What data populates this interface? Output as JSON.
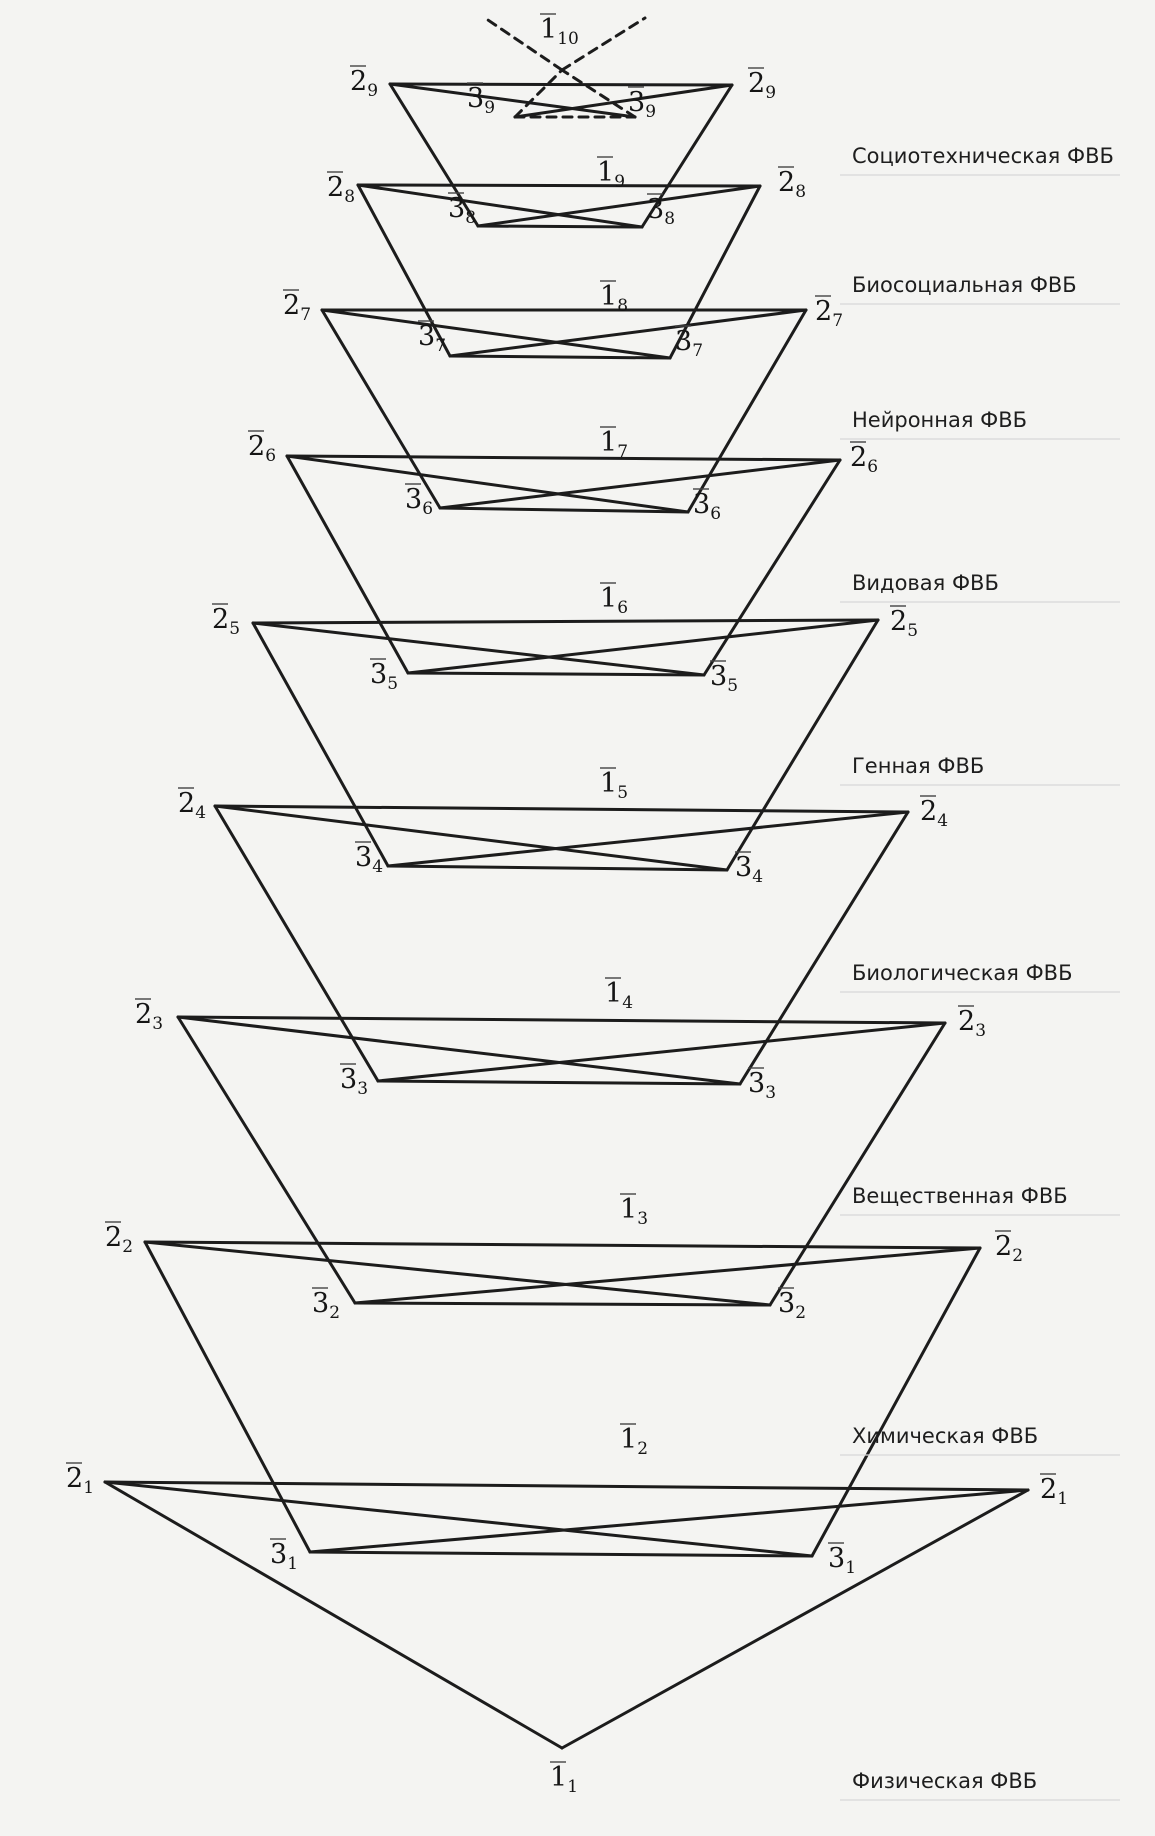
{
  "colors": {
    "background": "#f4f4f2",
    "line": "#1c1c1c"
  },
  "nodes": [
    {
      "id": "1_1",
      "num": "1",
      "sub": "1"
    },
    {
      "id": "2_1L",
      "num": "2",
      "sub": "1"
    },
    {
      "id": "2_1R",
      "num": "2",
      "sub": "1"
    },
    {
      "id": "3_1L",
      "num": "3",
      "sub": "1"
    },
    {
      "id": "3_1R",
      "num": "3",
      "sub": "1"
    },
    {
      "id": "1_2",
      "num": "1",
      "sub": "2"
    },
    {
      "id": "2_2L",
      "num": "2",
      "sub": "2"
    },
    {
      "id": "2_2R",
      "num": "2",
      "sub": "2"
    },
    {
      "id": "3_2L",
      "num": "3",
      "sub": "2"
    },
    {
      "id": "3_2R",
      "num": "3",
      "sub": "2"
    },
    {
      "id": "1_3",
      "num": "1",
      "sub": "3"
    },
    {
      "id": "2_3L",
      "num": "2",
      "sub": "3"
    },
    {
      "id": "2_3R",
      "num": "2",
      "sub": "3"
    },
    {
      "id": "3_3L",
      "num": "3",
      "sub": "3"
    },
    {
      "id": "3_3R",
      "num": "3",
      "sub": "3"
    },
    {
      "id": "1_4",
      "num": "1",
      "sub": "4"
    },
    {
      "id": "2_4L",
      "num": "2",
      "sub": "4"
    },
    {
      "id": "2_4R",
      "num": "2",
      "sub": "4"
    },
    {
      "id": "3_4L",
      "num": "3",
      "sub": "4"
    },
    {
      "id": "3_4R",
      "num": "3",
      "sub": "4"
    },
    {
      "id": "1_5",
      "num": "1",
      "sub": "5"
    },
    {
      "id": "2_5L",
      "num": "2",
      "sub": "5"
    },
    {
      "id": "2_5R",
      "num": "2",
      "sub": "5"
    },
    {
      "id": "3_5L",
      "num": "3",
      "sub": "5"
    },
    {
      "id": "3_5R",
      "num": "3",
      "sub": "5"
    },
    {
      "id": "1_6",
      "num": "1",
      "sub": "6"
    },
    {
      "id": "2_6L",
      "num": "2",
      "sub": "6"
    },
    {
      "id": "2_6R",
      "num": "2",
      "sub": "6"
    },
    {
      "id": "3_6L",
      "num": "3",
      "sub": "6"
    },
    {
      "id": "3_6R",
      "num": "3",
      "sub": "6"
    },
    {
      "id": "1_7",
      "num": "1",
      "sub": "7"
    },
    {
      "id": "2_7L",
      "num": "2",
      "sub": "7"
    },
    {
      "id": "2_7R",
      "num": "2",
      "sub": "7"
    },
    {
      "id": "3_7L",
      "num": "3",
      "sub": "7"
    },
    {
      "id": "3_7R",
      "num": "3",
      "sub": "7"
    },
    {
      "id": "1_8",
      "num": "1",
      "sub": "8"
    },
    {
      "id": "2_8L",
      "num": "2",
      "sub": "8"
    },
    {
      "id": "2_8R",
      "num": "2",
      "sub": "8"
    },
    {
      "id": "3_8L",
      "num": "3",
      "sub": "8"
    },
    {
      "id": "3_8R",
      "num": "3",
      "sub": "8"
    },
    {
      "id": "1_9",
      "num": "1",
      "sub": "9"
    },
    {
      "id": "2_9L",
      "num": "2",
      "sub": "9"
    },
    {
      "id": "2_9R",
      "num": "2",
      "sub": "9"
    },
    {
      "id": "3_9L",
      "num": "3",
      "sub": "9"
    },
    {
      "id": "3_9R",
      "num": "3",
      "sub": "9"
    },
    {
      "id": "1_10",
      "num": "1",
      "sub": "10"
    }
  ],
  "levels": [
    "Физическая ФВБ",
    "Химическая ФВБ",
    "Вещественная ФВБ",
    "Биологическая ФВБ",
    "Генная ФВБ",
    "Видовая ФВБ",
    "Нейронная ФВБ",
    "Биосоциальная ФВБ",
    "Социотехническая ФВБ"
  ]
}
